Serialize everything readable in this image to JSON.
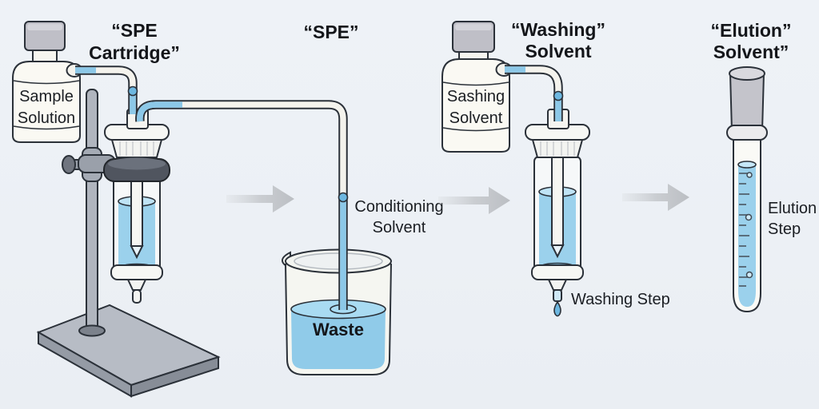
{
  "content": {
    "stage1_title": {
      "line1": "“SPE",
      "line2": "Cartridge”"
    },
    "stage2_title": {
      "line1": "“SPE”"
    },
    "stage3_title": {
      "line1": "“Washing”",
      "line2": "Solvent"
    },
    "stage4_title": {
      "line1": "“Elution”",
      "line2": "Solvent”"
    },
    "sample_bottle_label": {
      "line1": "Sample",
      "line2": "Solution"
    },
    "washing_bottle_label": {
      "line1": "Sashing",
      "line2": "Solvent"
    },
    "conditioning_label": {
      "line1": "Conditioning",
      "line2": "Solvent"
    },
    "waste_label": "Waste",
    "washing_step_label": "Washing Step",
    "elution_step_label": {
      "line1": "Elution",
      "line2": "Step"
    }
  },
  "colors": {
    "background": "#edf1f6",
    "outline": "#2b3139",
    "liquid_blue": "#9bd1ec",
    "liquid_blue_light": "#bfe3f5",
    "beaker_liquid_blue": "#90cbe9",
    "tube_blue": "#8cc8e8",
    "drop_blue": "#6db7e0",
    "glass_white": "#f7f8f4",
    "cap_gray": "#c2c2c9",
    "metal_gray": "#b0b5be",
    "clamp_dark": "#50555f",
    "arrow_gray": "#c0c3c7",
    "text_black": "#15171b"
  }
}
